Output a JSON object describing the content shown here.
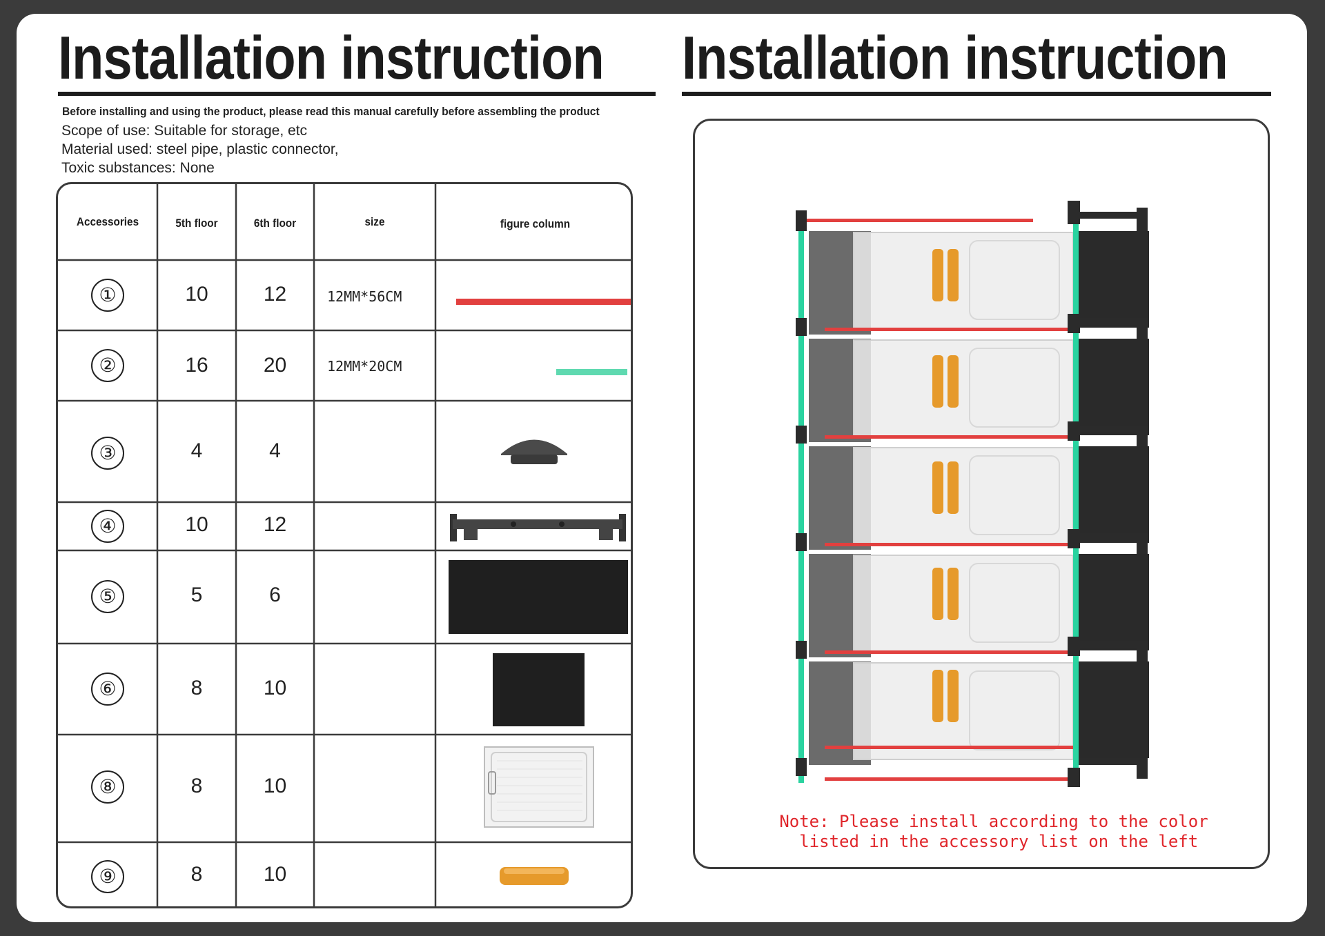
{
  "page": {
    "title_left": "Installation instruction",
    "title_right": "Installation instruction",
    "intro": "Before installing and using the product, please read this manual carefully before assembling the product",
    "scope": "Scope of use: Suitable for storage, etc",
    "material": "Material used: steel pipe, plastic connector,",
    "toxic": "Toxic substances: None",
    "note_line1": "Note: Please install according to the color",
    "note_line2": " listed in the accessory list on the left"
  },
  "table": {
    "headers": [
      "Accessories",
      "5th floor",
      "6th floor",
      "size",
      "figure column"
    ],
    "rows": [
      {
        "no": "①",
        "f5": "10",
        "f6": "12",
        "size": "12MM*56CM",
        "figure": "red-tube"
      },
      {
        "no": "②",
        "f5": "16",
        "f6": "20",
        "size": "12MM*20CM",
        "figure": "green-tube"
      },
      {
        "no": "③",
        "f5": "4",
        "f6": "4",
        "size": "",
        "figure": "foot-cap"
      },
      {
        "no": "④",
        "f5": "10",
        "f6": "12",
        "size": "",
        "figure": "connector-bar"
      },
      {
        "no": "⑤",
        "f5": "5",
        "f6": "6",
        "size": "",
        "figure": "black-panel-large"
      },
      {
        "no": "⑥",
        "f5": "8",
        "f6": "10",
        "size": "",
        "figure": "black-panel-small"
      },
      {
        "no": "⑧",
        "f5": "8",
        "f6": "10",
        "size": "",
        "figure": "clear-door"
      },
      {
        "no": "⑨",
        "f5": "8",
        "f6": "10",
        "size": "",
        "figure": "orange-handle"
      }
    ]
  },
  "colors": {
    "red_tube": "#e2403f",
    "green_tube": "#5fd9b0",
    "frame_green": "#2ad3a0",
    "panel_black": "#1f1f1f",
    "handle_orange": "#e69a2b",
    "note_red": "#e0262b"
  }
}
